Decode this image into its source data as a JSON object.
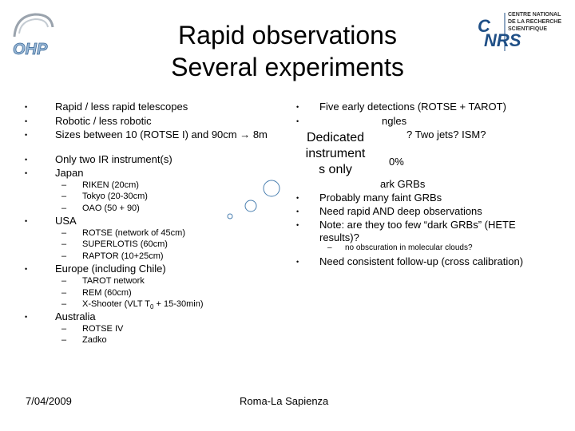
{
  "title_line1": "Rapid observations",
  "title_line2": "Several experiments",
  "logos": {
    "left": "OHP",
    "right_text": [
      "CENTRE NATIONAL",
      "DE LA RECHERCHE",
      "SCIENTIFIQUE"
    ]
  },
  "left_list": {
    "items": [
      "Rapid / less rapid telescopes",
      "Robotic / less robotic",
      "Sizes between 10 (ROTSE I) and 90cm → 8m",
      "Only two IR instrument(s)",
      "Japan",
      "USA",
      "Europe (including Chile)",
      "Australia"
    ],
    "japan_sub": [
      "RIKEN (20cm)",
      "Tokyo (20-30cm)",
      "OAO (50 + 90)"
    ],
    "usa_sub": [
      "ROTSE (network of 45cm)",
      "SUPERLOTIS (60cm)",
      "RAPTOR (10+25cm)"
    ],
    "europe_sub": [
      "TAROT network",
      "REM (60cm)",
      "X-Shooter (VLT T",
      "0",
      " + 15-30min)"
    ],
    "australia_sub": [
      "ROTSE IV",
      "Zadko"
    ]
  },
  "right_list": {
    "items": [
      "Five early detections (ROTSE + TAROT)",
      "ngles",
      "? Two jets? ISM?",
      "0%",
      "ark GRBs",
      "Probably many faint GRBs",
      "Need rapid AND deep observations",
      "Note: are they too few “dark GRBs” (HETE results)?",
      "Need consistent follow-up (cross calibration)"
    ],
    "note_sub": "no obscuration in molecular clouds?"
  },
  "callout": {
    "line1": "Dedicated",
    "line2": "instrument",
    "line3": "s only"
  },
  "footer": {
    "date": "7/04/2009",
    "venue": "Roma-La Sapienza"
  },
  "colors": {
    "cloud_border": "#4a7fb0",
    "cloud_fill": "#ffffff"
  }
}
